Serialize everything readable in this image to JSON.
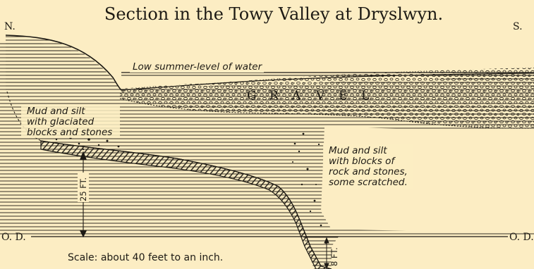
{
  "title": "Section in the Towy Valley at Dryslwyn.",
  "orientation": {
    "north": "N.",
    "south": "S."
  },
  "water_level_label": "Low summer-level of water",
  "gravel_label": [
    "G",
    "R",
    "A",
    "V",
    "E",
    "L"
  ],
  "left_deposit_label": [
    "Mud and silt",
    "with glaciated",
    "blocks and stones"
  ],
  "right_deposit_label": [
    "Mud and silt",
    "with blocks of",
    "rock and stones,",
    "some scratched."
  ],
  "depth_left": "25 FT.",
  "depth_right": "8 FT.",
  "datum_label_left": "O. D.",
  "datum_label_right": "O. D.",
  "scale_note": "Scale: about 40 feet to an inch.",
  "colors": {
    "paper": "#fcedc3",
    "ink": "#1d1a14"
  }
}
